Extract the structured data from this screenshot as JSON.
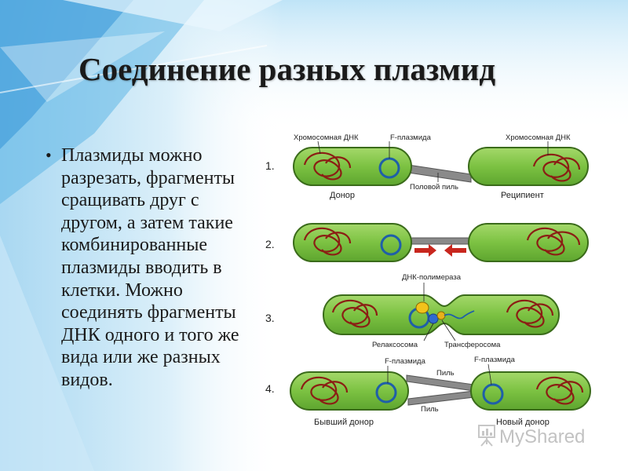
{
  "slide": {
    "title": "Соединение разных плазмид",
    "bullet_text": "Плазмиды можно разрезать, фрагменты сращивать друг с другом, а затем такие комбинированные плазмиды вводить в клетки. Можно соединять фрагменты ДНК одного и того же вида или же разных видов."
  },
  "diagram": {
    "steps": [
      "1.",
      "2.",
      "3.",
      "4."
    ],
    "labels": {
      "chromosomal_dna_left": "Хромосомная ДНК",
      "f_plasmid_top": "F-плазмида",
      "chromosomal_dna_right": "Хромосомная ДНК",
      "sex_pilus": "Половой пиль",
      "donor": "Донор",
      "recipient": "Реципиент",
      "dna_polymerase": "ДНК-полимераза",
      "relaxosome": "Релаксосома",
      "transferosome": "Трансферосома",
      "f_plasmid_left": "F-плазмида",
      "f_plasmid_right": "F-плазмида",
      "pilus_top": "Пиль",
      "pilus_bottom": "Пиль",
      "former_donor": "Бывший донор",
      "new_donor": "Новый донор"
    }
  },
  "watermark": {
    "text": "MyShared"
  },
  "colors": {
    "cell_fill": "#7cc242",
    "cell_stroke": "#3a6b1a",
    "dna": "#8b1e14",
    "plasmid": "#1f5fa8",
    "arrow": "#c8261e",
    "pilus": "#8a8a8a",
    "accent_blue": "#2b8fd6"
  }
}
